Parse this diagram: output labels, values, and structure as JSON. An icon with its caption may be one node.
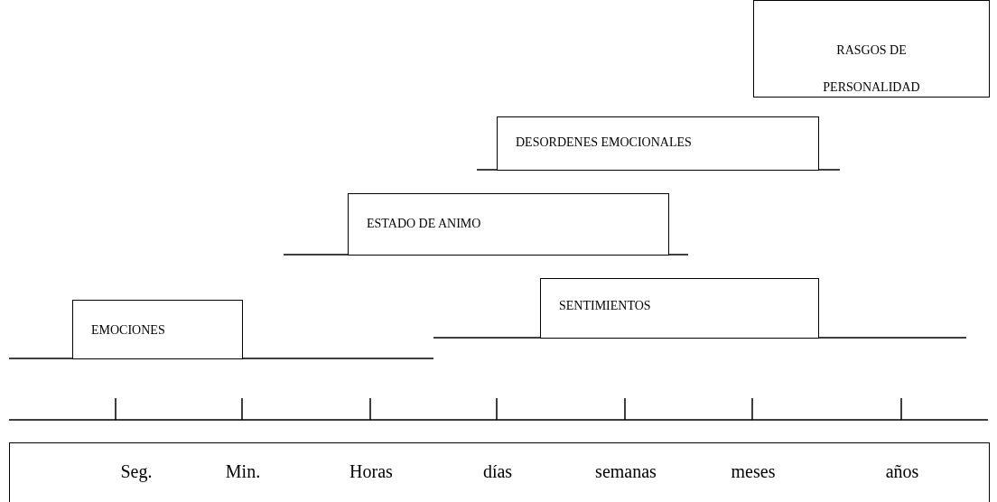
{
  "diagram": {
    "nodes": [
      {
        "text": [
          "RASGOS DE PERSONALIDAD"
        ]
      },
      {
        "text": [
          "DESORDENES EMOCIONALES"
        ]
      },
      {
        "text": [
          "ESTADO DE ANIMO"
        ]
      },
      {
        "text": [
          "SENTIMIENTOS"
        ]
      },
      {
        "text": [
          "EMOCIONES"
        ]
      },
      {
        "text": [
          "Seg.",
          "Min.",
          "Horas",
          "días",
          "semanas",
          "meses",
          "años"
        ]
      }
    ],
    "edges": []
  }
}
